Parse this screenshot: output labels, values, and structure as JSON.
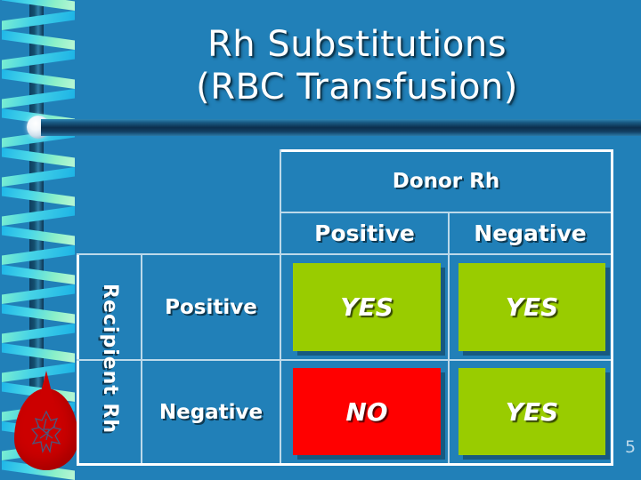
{
  "slide": {
    "title_line1": "Rh Substitutions",
    "title_line2": "(RBC Transfusion)",
    "page_number": "5",
    "background_color": "#2180b8",
    "accent_bar_color": "#0c2f4d",
    "yes_color": "#99cc00",
    "no_color": "#ff0000",
    "text_color": "#ffffff",
    "gridline_color": "#bcd9ea"
  },
  "decoration": {
    "helix_label": "dna-helix-ribbon",
    "node_label": "glow-node",
    "blood_drop_label": "blood-drop-logo"
  },
  "table": {
    "column_group_header": "Donor Rh",
    "column_headers": [
      "Positive",
      "Negative"
    ],
    "row_group_header": "Recipient Rh",
    "row_headers": [
      "Positive",
      "Negative"
    ],
    "cells": [
      [
        "YES",
        "YES"
      ],
      [
        "NO",
        "YES"
      ]
    ],
    "cell_states": [
      [
        "compatible",
        "compatible"
      ],
      [
        "incompatible",
        "compatible"
      ]
    ]
  }
}
